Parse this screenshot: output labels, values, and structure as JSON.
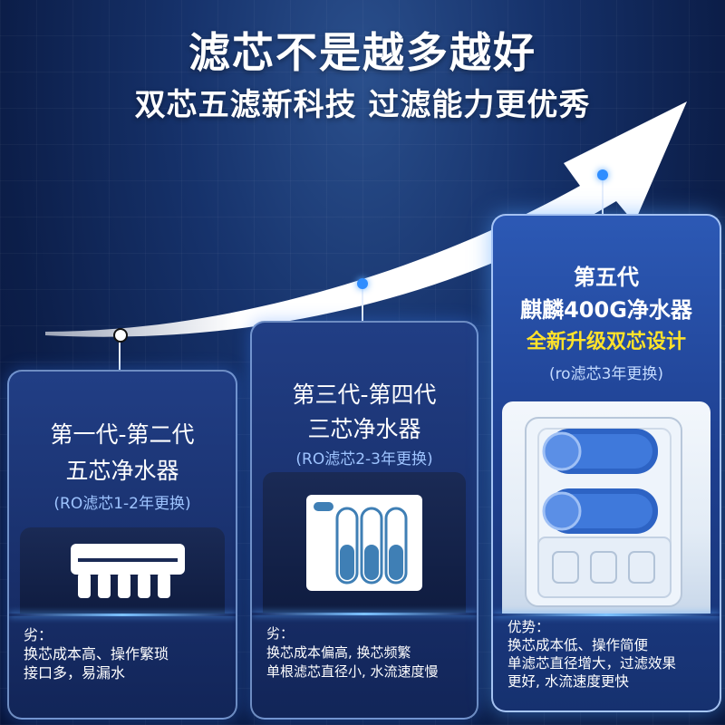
{
  "headline": {
    "title": "滤芯不是越多越好",
    "subtitle": "双芯五滤新科技 过滤能力更优秀"
  },
  "colors": {
    "background": "#0c1e49",
    "accent_blue": "#2f8dff",
    "highlight_yellow": "#ffe22a",
    "sub_text": "#9ec4ff"
  },
  "cards": [
    {
      "title_line1": "第一代-第二代",
      "title_line2": "五芯净水器",
      "replace_note": "(RO滤芯1-2年更换)",
      "icon": "five-filter-unit-icon",
      "desc_label": "劣：",
      "desc_lines": [
        "换芯成本高、操作繁琐",
        "接口多，易漏水"
      ]
    },
    {
      "title_line1": "第三代-第四代",
      "title_line2": "三芯净水器",
      "replace_note": "(RO滤芯2-3年更换)",
      "icon": "three-filter-unit-icon",
      "desc_label": "劣：",
      "desc_lines": [
        "换芯成本偏高, 换芯频繁",
        "单根滤芯直径小, 水流速度慢"
      ]
    },
    {
      "title_line1": "第五代",
      "title_line2": "麒麟400G净水器",
      "highlight": "全新升级双芯设计",
      "replace_note": "(ro滤芯3年更换)",
      "icon": "dual-filter-product-image",
      "desc_label": "优势：",
      "desc_lines": [
        "换芯成本低、操作简便",
        "单滤芯直径增大，过滤效果",
        "更好, 水流速度更快"
      ]
    }
  ]
}
